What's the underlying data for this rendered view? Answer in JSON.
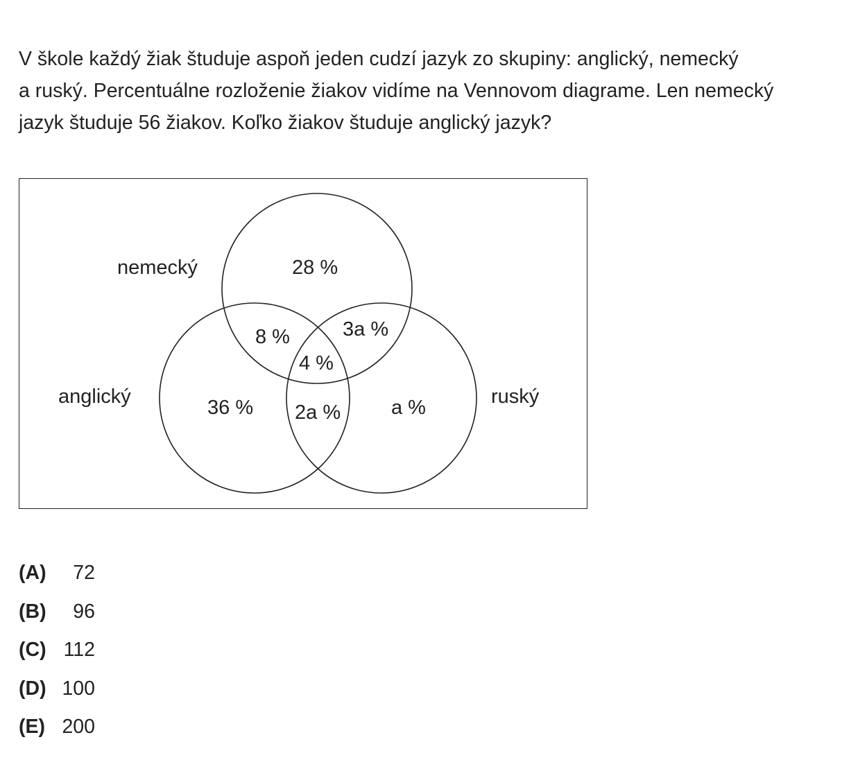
{
  "problem": {
    "lines": [
      "V škole každý žiak študuje aspoň jeden cudzí jazyk zo skupiny: anglický, nemecký",
      "a ruský. Percentuálne rozloženie žiakov vidíme na Vennovom diagrame. Len nemecký",
      "jazyk študuje 56 žiakov. Koľko žiakov študuje anglický jazyk?"
    ]
  },
  "venn": {
    "sets": {
      "german": "nemecký",
      "english": "anglický",
      "russian": "ruský"
    },
    "regions": {
      "german_only": "28 %",
      "english_german": "8 %",
      "german_russian": "3a %",
      "all_three": "4 %",
      "english_only": "36 %",
      "english_russian": "2a %",
      "russian_only": "a %"
    }
  },
  "choices": [
    {
      "letter": "(A)",
      "value": "72"
    },
    {
      "letter": "(B)",
      "value": "96"
    },
    {
      "letter": "(C)",
      "value": "112"
    },
    {
      "letter": "(D)",
      "value": "100"
    },
    {
      "letter": "(E)",
      "value": "200"
    }
  ]
}
